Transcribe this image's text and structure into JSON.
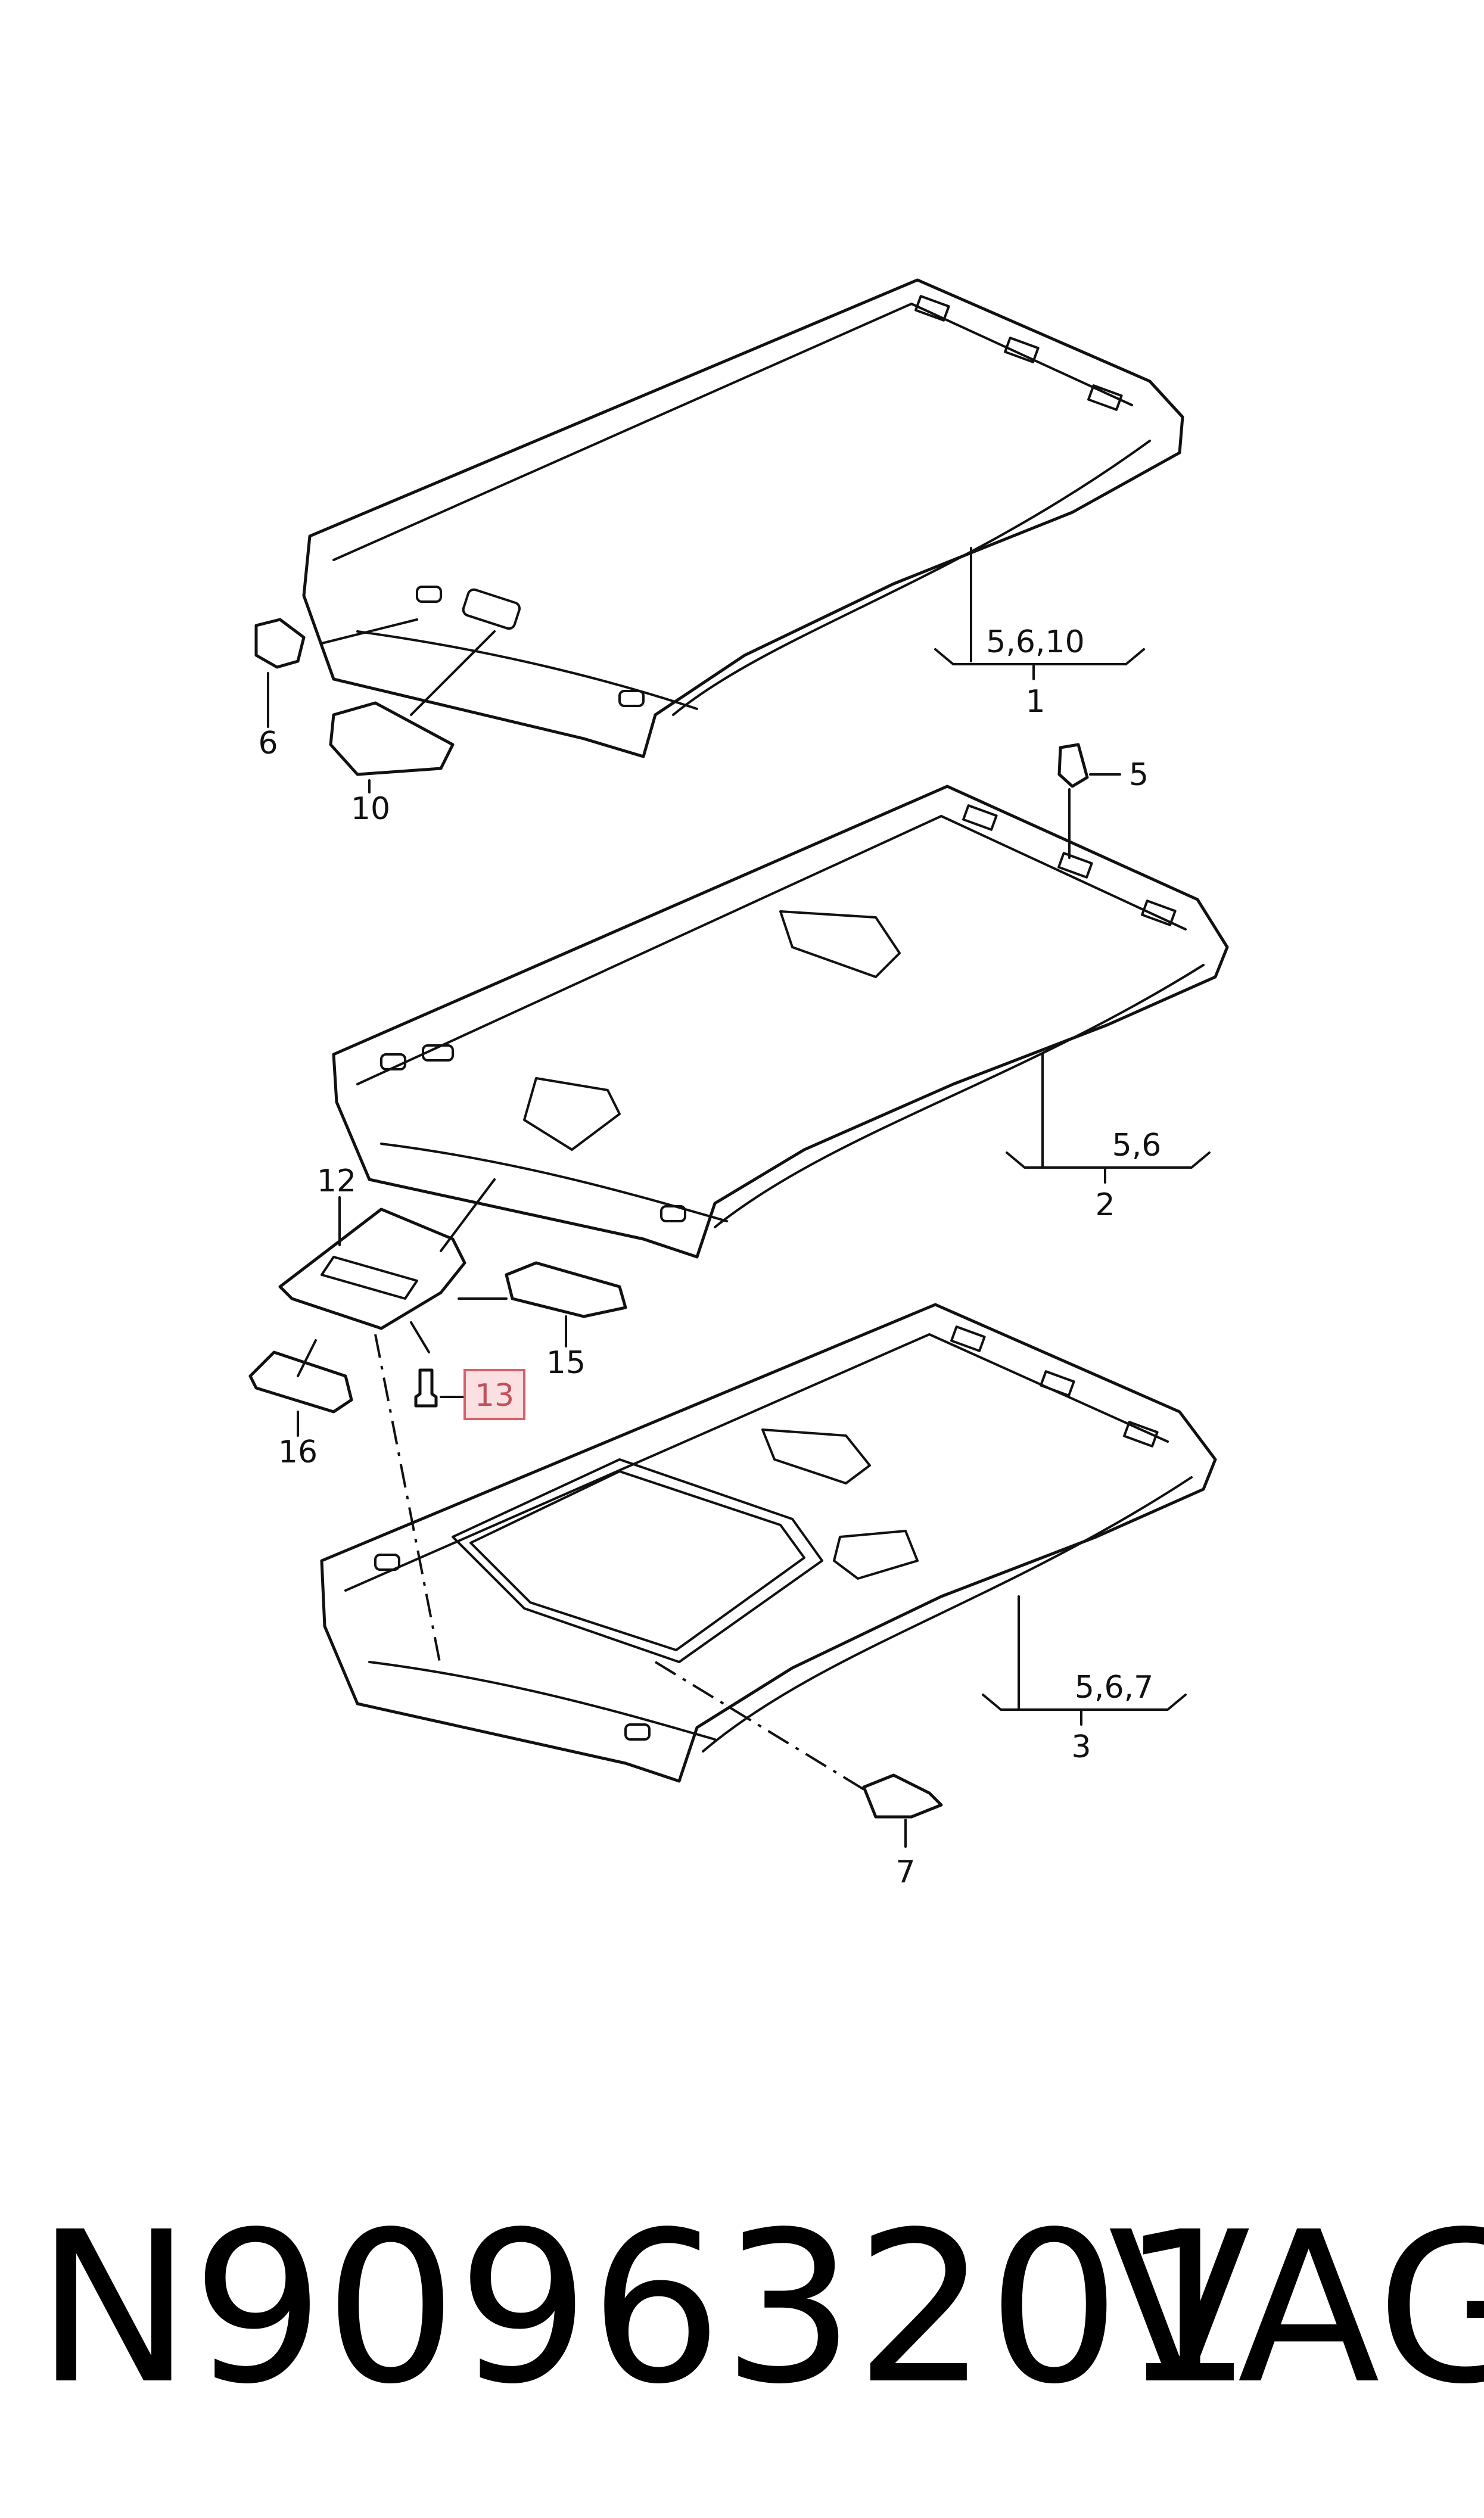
{
  "callouts": {
    "c1": "1",
    "c1_sub": "5,6,10",
    "c2": "2",
    "c2_sub": "5,6",
    "c3": "3",
    "c3_sub": "5,6,7",
    "c5": "5",
    "c6": "6",
    "c7": "7",
    "c10": "10",
    "c12": "12",
    "c13": "13",
    "c15": "15",
    "c16": "16"
  },
  "highlight": {
    "callout": "13",
    "color": "#d9606a",
    "fill": "#fbe0e2"
  },
  "footer": {
    "part_number": "N90963201",
    "brand": "VAG"
  }
}
